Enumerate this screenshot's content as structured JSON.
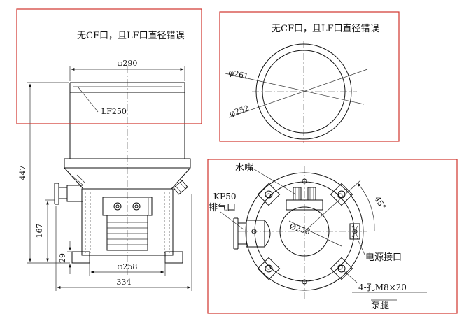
{
  "annotations": {
    "left_box_note": "无CF口，且LF口直径错误",
    "right_box_note": "无CF口，且LF口直径错误"
  },
  "front_view": {
    "top_diameter": "φ290",
    "flange_label": "LF250",
    "base_diameter": "φ258",
    "total_width": "334",
    "total_height": "447",
    "lower_height": "167",
    "foot_height": "29"
  },
  "top_detail": {
    "outer_diameter": "φ261",
    "inner_diameter": "φ252"
  },
  "bottom_view": {
    "water_nozzle": "水嘴",
    "exhaust_line1": "KF50",
    "exhaust_line2": "排气口",
    "bolt_circle": "Ø258",
    "angle": "45°",
    "power_port": "电源接口",
    "holes": "4-孔M8×20",
    "legs": "泵腿"
  },
  "colors": {
    "annotation_box": "#d0342c",
    "line": "#111111"
  }
}
